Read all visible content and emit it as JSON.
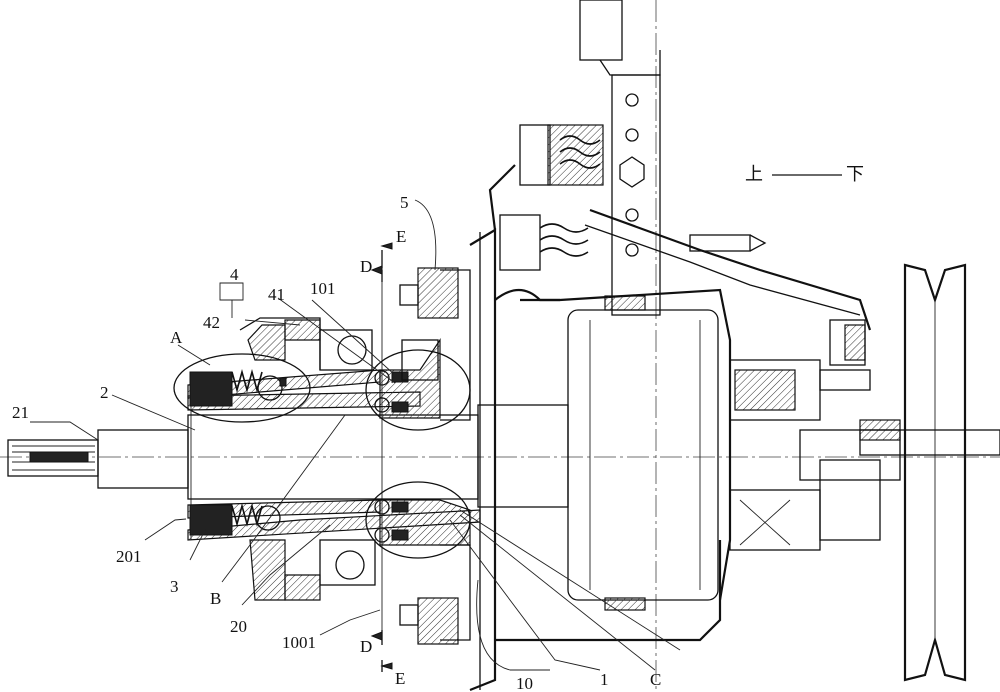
{
  "direction": {
    "up": "上",
    "down": "下"
  },
  "labels": {
    "l21": "21",
    "l2": "2",
    "lA": "A",
    "l42": "42",
    "l4": "4",
    "l41": "41",
    "l101": "101",
    "lD_top": "D",
    "lE_top": "E",
    "l5": "5",
    "l201": "201",
    "l3": "3",
    "lB": "B",
    "l20": "20",
    "l1001": "1001",
    "lD_bot": "D",
    "lE_bot": "E",
    "l10": "10",
    "l1": "1",
    "lC": "C"
  }
}
